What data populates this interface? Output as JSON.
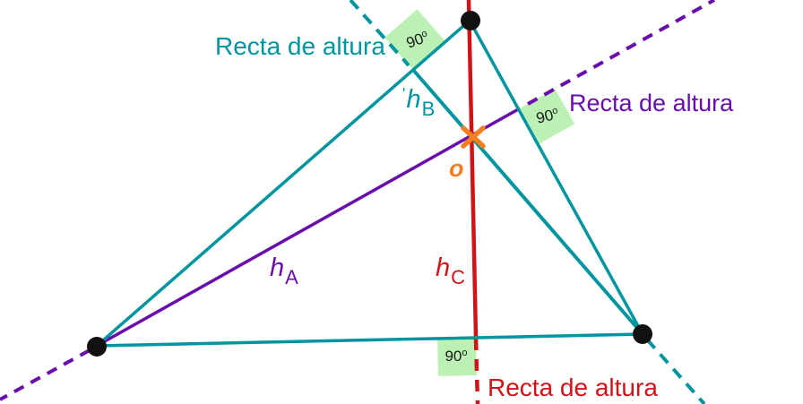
{
  "diagram": {
    "description": "Triangle with its three altitude lines meeting at the orthocenter",
    "colors": {
      "teal": "#00959f",
      "purple": "#6a0dad",
      "red": "#d01317",
      "orange": "#f57e1e",
      "angle_green": "#b7f0b1",
      "point_black": "#111111"
    },
    "altitude_line_labels": {
      "teal_line": "Recta de altura",
      "purple_line": "Recta de altura",
      "red_line": "Recta de altura"
    },
    "altitude_labels": {
      "hA": {
        "main": "h",
        "sub": "A"
      },
      "hB": {
        "tick": "'",
        "main": "h",
        "sub": "B"
      },
      "hC": {
        "main": "h",
        "sub": "C"
      }
    },
    "orthocenter_label": "o",
    "angle_markers": [
      {
        "value": "90",
        "sup": "o"
      },
      {
        "value": "90",
        "sup": "o"
      },
      {
        "value": "90",
        "sup": "o"
      }
    ]
  }
}
